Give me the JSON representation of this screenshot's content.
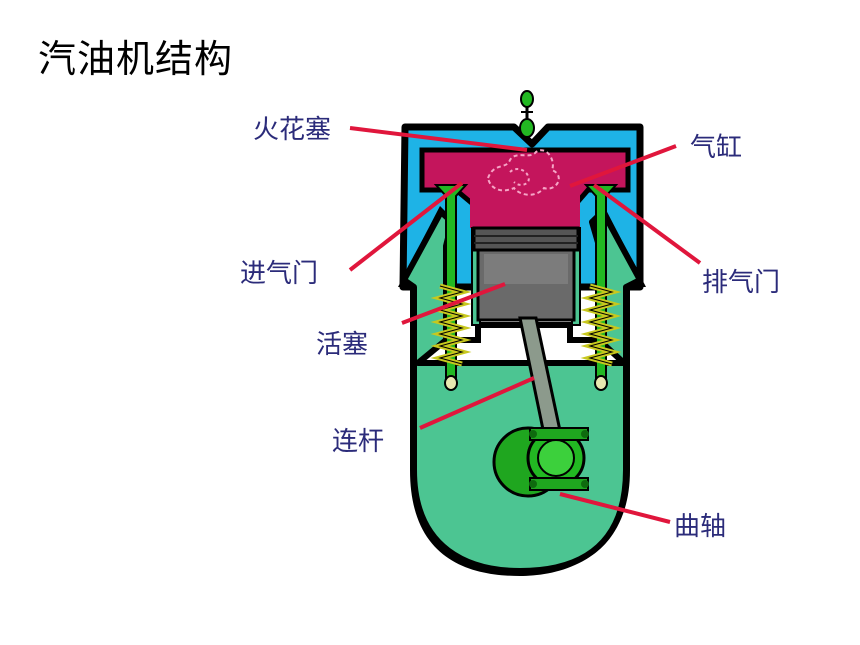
{
  "title": "汽油机结构",
  "labels": {
    "spark_plug": "火花塞",
    "cylinder": "气缸",
    "intake_valve": "进气门",
    "exhaust_valve": "排气门",
    "piston": "活塞",
    "connecting_rod": "连杆",
    "crankshaft": "曲轴"
  },
  "colors": {
    "casing_blue": "#1eb3e6",
    "body_teal": "#4cc592",
    "chamber_magenta": "#c4155c",
    "piston_gray": "#6a6a6a",
    "valve_green": "#22b822",
    "rod_gray": "#8c9a8c",
    "crank_green": "#1fa61f",
    "spring_yellow": "#c8c81e",
    "pointer_red": "#e0163c",
    "label_text": "#2b2b7a"
  }
}
